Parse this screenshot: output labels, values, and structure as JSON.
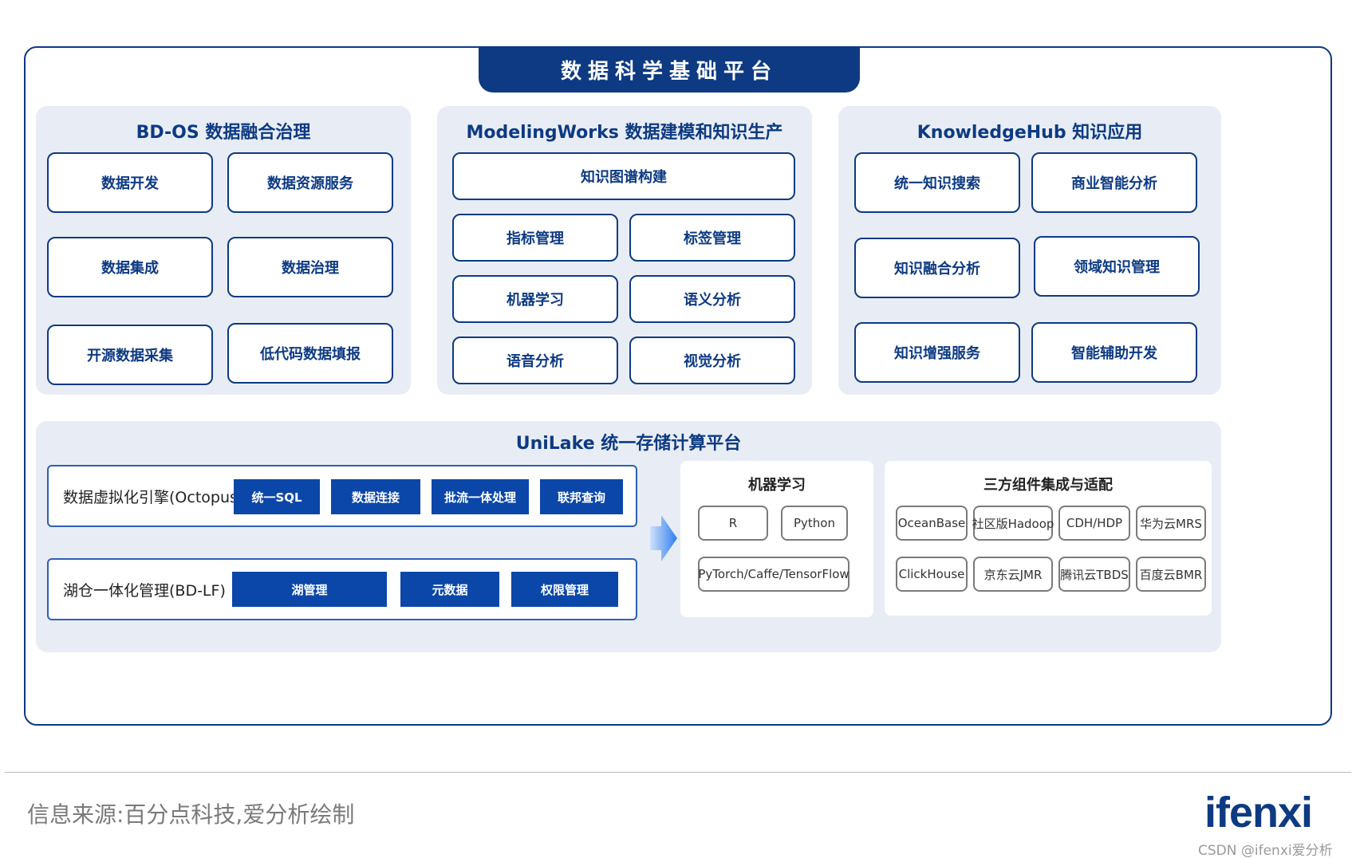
{
  "platform_title": "数据科学基础平台",
  "bdos": {
    "title": "BD-OS 数据融合治理",
    "items": [
      "数据开发",
      "数据资源服务",
      "数据集成",
      "数据治理",
      "开源数据采集",
      "低代码数据填报"
    ]
  },
  "modeling": {
    "title": "ModelingWorks 数据建模和知识生产",
    "items": [
      "知识图谱构建",
      "指标管理",
      "标签管理",
      "机器学习",
      "语义分析",
      "语音分析",
      "视觉分析"
    ]
  },
  "knowledge": {
    "title": "KnowledgeHub 知识应用",
    "items": [
      "统一知识搜索",
      "商业智能分析",
      "知识融合分析",
      "领域知识管理",
      "知识增强服务",
      "智能辅助开发"
    ]
  },
  "unilake": {
    "title": "UniLake 统一存储计算平台",
    "octopus": {
      "label": "数据虚拟化引擎(Octopus)",
      "chips": [
        "统一SQL",
        "数据连接",
        "批流一体处理",
        "联邦查询"
      ]
    },
    "bdlf": {
      "label": "湖仓一体化管理(BD-LF)",
      "chips": [
        "湖管理",
        "元数据",
        "权限管理"
      ]
    },
    "ml": {
      "title": "机器学习",
      "items": [
        "R",
        "Python",
        "PyTorch/Caffe/TensorFlow"
      ]
    },
    "third_party": {
      "title": "三方组件集成与适配",
      "items": [
        "OceanBase",
        "社区版Hadoop",
        "CDH/HDP",
        "华为云MRS",
        "ClickHouse",
        "京东云JMR",
        "腾讯云TBDS",
        "百度云BMR"
      ]
    }
  },
  "footer": {
    "source": "信息来源:百分点科技,爱分析绘制",
    "logo": "ifenxi",
    "watermark": "CSDN @ifenxi爱分析"
  },
  "colors": {
    "primary": "#0d3a82",
    "chip": "#0b47a8",
    "panel_bg": "#e8edf5"
  },
  "icons": [
    "right-arrow-icon"
  ]
}
